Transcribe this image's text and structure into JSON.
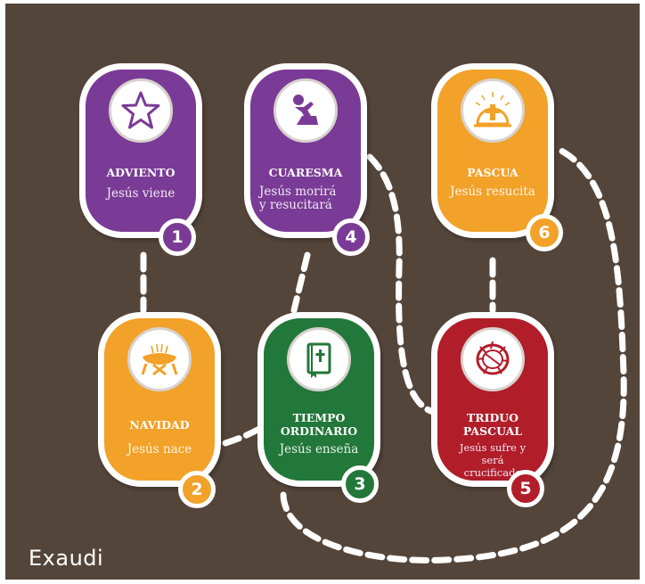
{
  "colors": {
    "background": "#54453b",
    "purple": "#7a3b96",
    "orange": "#f2a129",
    "green": "#22773a",
    "red": "#b11d29",
    "outline": "#ffffff"
  },
  "seasons": [
    {
      "number": "1",
      "title": "ADVIENTO",
      "subtitle": "Jesús viene",
      "color": "purple",
      "icon": "star-icon"
    },
    {
      "number": "2",
      "title": "NAVIDAD",
      "subtitle": "Jesús nace",
      "color": "orange",
      "icon": "manger-icon"
    },
    {
      "number": "3",
      "title": "TIEMPO ORDINARIO",
      "subtitle": "Jesús enseña",
      "color": "green",
      "icon": "bible-icon"
    },
    {
      "number": "4",
      "title": "CUARESMA",
      "subtitle": "Jesús morirá y resucitará",
      "color": "purple",
      "icon": "praying-person-icon"
    },
    {
      "number": "5",
      "title": "TRIDUO PASCUAL",
      "subtitle": "Jesús sufre y será crucificado",
      "color": "red",
      "icon": "crown-of-thorns-icon"
    },
    {
      "number": "6",
      "title": "PASCUA",
      "subtitle": "Jesús resucita",
      "color": "orange",
      "icon": "empty-tomb-icon"
    }
  ],
  "brand": "Exaudi"
}
